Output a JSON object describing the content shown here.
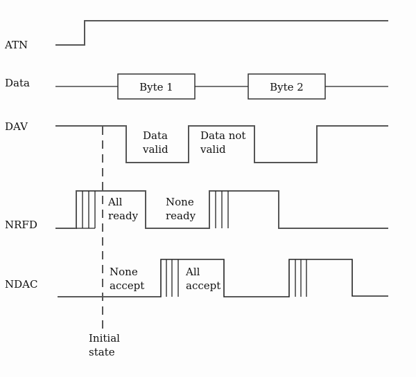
{
  "diagram": {
    "type": "timing-diagram",
    "signals": [
      {
        "name": "ATN",
        "label": "ATN"
      },
      {
        "name": "Data",
        "label": "Data"
      },
      {
        "name": "DAV",
        "label": "DAV"
      },
      {
        "name": "NRFD",
        "label": "NRFD"
      },
      {
        "name": "NDAC",
        "label": "NDAC"
      }
    ],
    "data_bytes": [
      "Byte 1",
      "Byte 2"
    ],
    "annotations": {
      "dav_valid": [
        "Data",
        "valid"
      ],
      "dav_not_valid": [
        "Data not",
        "valid"
      ],
      "nrfd_all_ready": [
        "All",
        "ready"
      ],
      "nrfd_none_ready": [
        "None",
        "ready"
      ],
      "ndac_none_accept": [
        "None",
        "accept"
      ],
      "ndac_all_accept": [
        "All",
        "accept"
      ],
      "initial_state": [
        "Initial",
        "state"
      ]
    },
    "colors": {
      "line": "#555555",
      "text": "#111111",
      "background": "#fdfdfd"
    }
  }
}
